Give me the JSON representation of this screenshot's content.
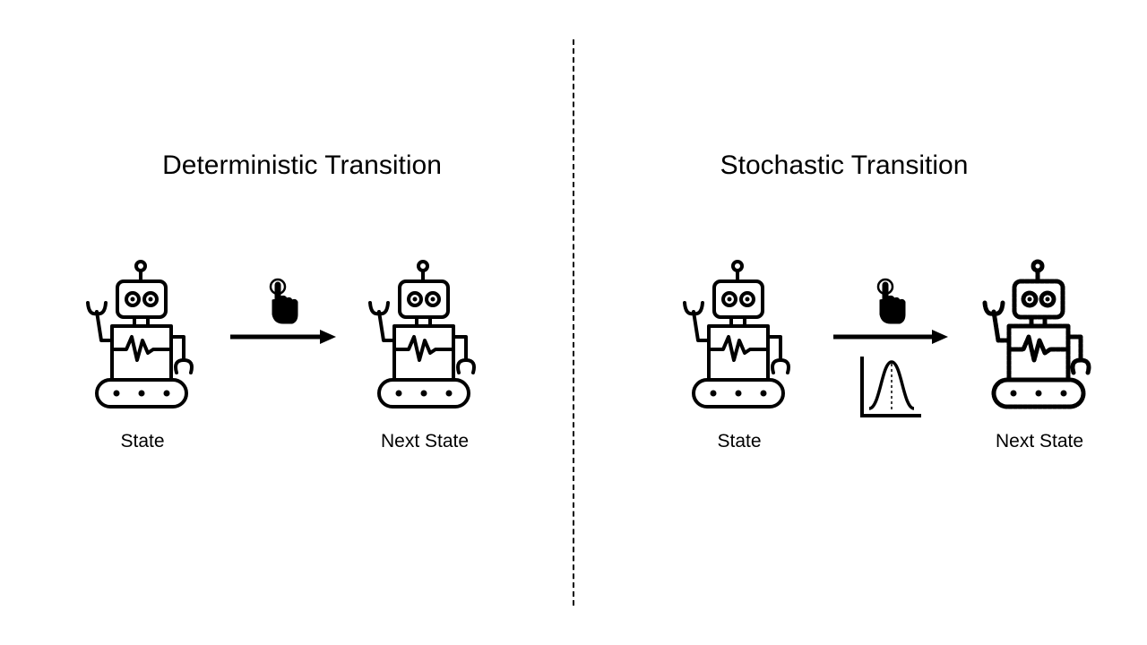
{
  "panels": [
    {
      "title": "Deterministic Transition",
      "from_label": "State",
      "to_label": "Next State",
      "has_distribution": false
    },
    {
      "title": "Stochastic Transition",
      "from_label": "State",
      "to_label": "Next State",
      "has_distribution": true
    }
  ],
  "icons": {
    "robot": "robot-icon",
    "action": "pointing-hand-icon",
    "arrow": "right-arrow",
    "distribution": "gaussian-curve-icon"
  },
  "colors": {
    "ink": "#000000",
    "background": "#ffffff"
  }
}
